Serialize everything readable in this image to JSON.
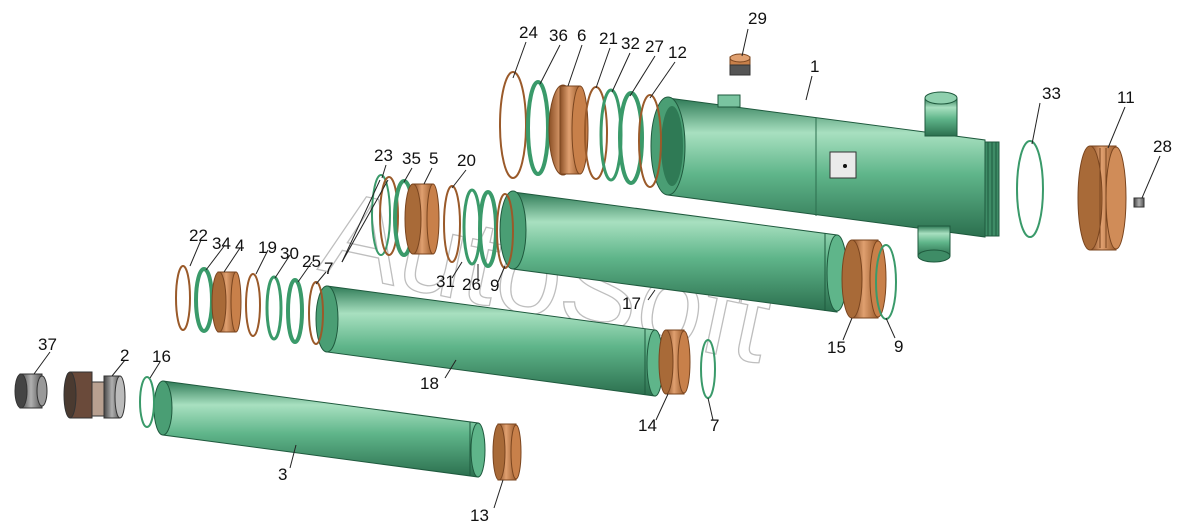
{
  "watermark": "AutoSoft",
  "colors": {
    "tube_green": "#5fb58a",
    "tube_highlight": "#a8e0c0",
    "tube_shadow": "#2e7a56",
    "bronze": "#c8804a",
    "bronze_dark": "#8a4f25",
    "oring_green": "#3a9a6a",
    "oring_brown": "#9a5a2a",
    "steel": "#8a8a8a"
  },
  "labels": {
    "l1": "1",
    "l2": "2",
    "l3": "3",
    "l4": "4",
    "l5": "5",
    "l6": "6",
    "l7a": "7",
    "l7b": "7",
    "l9a": "9",
    "l9b": "9",
    "l11": "11",
    "l12": "12",
    "l13": "13",
    "l14": "14",
    "l15": "15",
    "l16": "16",
    "l17": "17",
    "l18": "18",
    "l19": "19",
    "l20": "20",
    "l21": "21",
    "l22": "22",
    "l23": "23",
    "l24": "24",
    "l25": "25",
    "l26": "26",
    "l27": "27",
    "l28": "28",
    "l29": "29",
    "l30": "30",
    "l31": "31",
    "l32": "32",
    "l33": "33",
    "l34": "34",
    "l35": "35",
    "l36": "36",
    "l37": "37"
  }
}
